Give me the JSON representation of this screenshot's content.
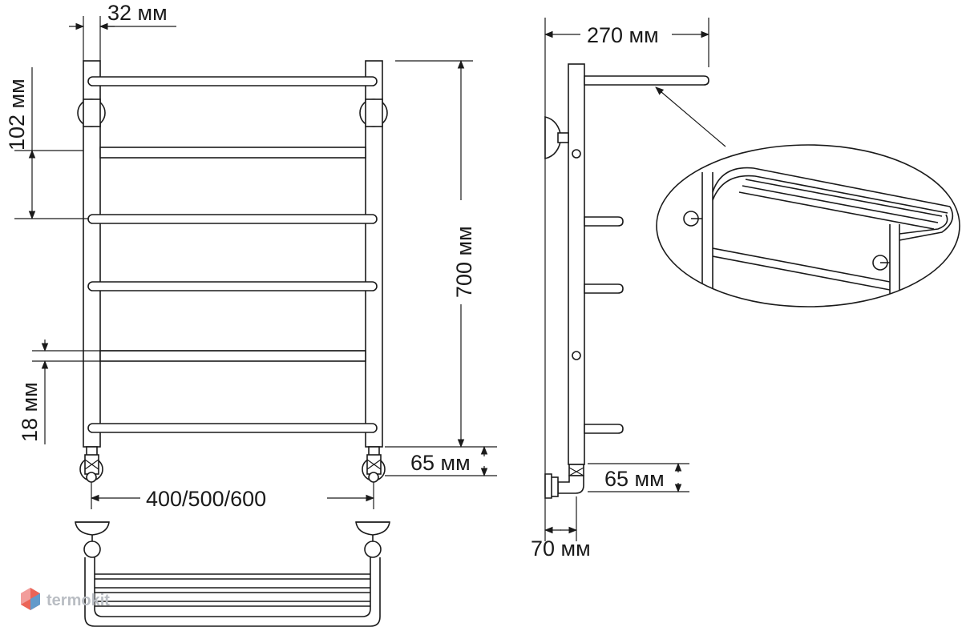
{
  "dimensions": {
    "pipe_width": "32 мм",
    "top_spacing": "102 мм",
    "height": "700 мм",
    "rung_height": "18 мм",
    "bottom_offset_front": "65 мм",
    "width": "400/500/600",
    "depth": "270 мм",
    "bottom_offset_side": "65 мм",
    "wall_offset": "70 мм"
  },
  "watermark": {
    "text": "termokit",
    "color": "#b9bdc3",
    "logo_colors": [
      "#e8493a",
      "#4aa3df",
      "#f3a3a3"
    ]
  },
  "colors": {
    "line": "#1a1a1a",
    "background": "#ffffff"
  }
}
